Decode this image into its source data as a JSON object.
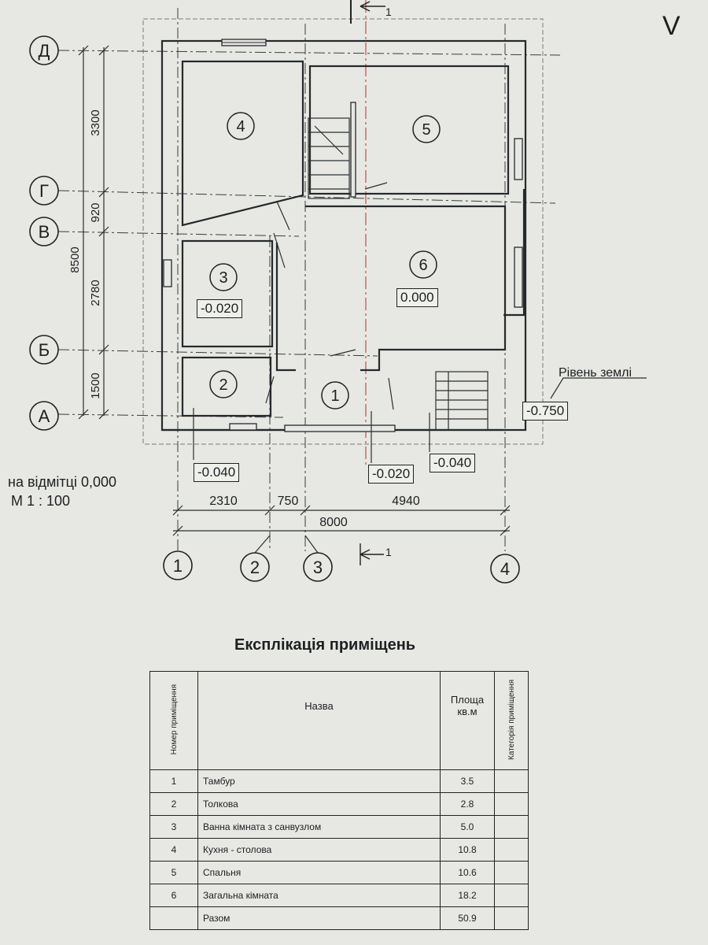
{
  "plan": {
    "axes_rows": [
      "Д",
      "Г",
      "В",
      "Б",
      "А"
    ],
    "axes_cols": [
      "1",
      "2",
      "3",
      "4"
    ],
    "dims_vertical": [
      "3300",
      "920",
      "2780",
      "1500"
    ],
    "dim_total_vertical": "8500",
    "dims_horizontal": [
      "2310",
      "750",
      "4940"
    ],
    "dim_total_horizontal": "8000",
    "rooms": [
      "1",
      "2",
      "3",
      "4",
      "5",
      "6"
    ],
    "levels": {
      "room3": "-0.020",
      "room6": "0.000",
      "ground": "-0.750",
      "bl1": "-0.040",
      "bl2": "-0.020",
      "bl3": "-0.040"
    },
    "ground_label": "Рівень землі",
    "section_mark": "1",
    "corner_mark": "V",
    "caption_line1": "на відмітці 0,000",
    "caption_line2": "М 1 : 100"
  },
  "explication": {
    "title": "Експлікація приміщень",
    "headers": {
      "number": "Номер приміщення",
      "name": "Назва",
      "area": "Площа кв.м",
      "category": "Категорія приміщення"
    },
    "rows": [
      {
        "num": "1",
        "name": "Тамбур",
        "area": "3.5"
      },
      {
        "num": "2",
        "name": "Толкова",
        "area": "2.8"
      },
      {
        "num": "3",
        "name": "Ванна кімната з санвузлом",
        "area": "5.0"
      },
      {
        "num": "4",
        "name": "Кухня - столова",
        "area": "10.8"
      },
      {
        "num": "5",
        "name": "Спальня",
        "area": "10.6"
      },
      {
        "num": "6",
        "name": "Загальна кімната",
        "area": "18.2"
      }
    ],
    "total": {
      "num": "",
      "name": "Разом",
      "area": "50.9"
    }
  }
}
